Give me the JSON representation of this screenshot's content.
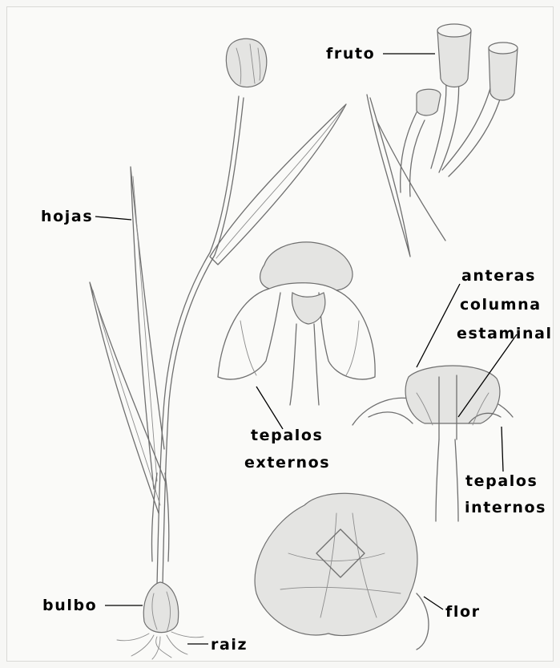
{
  "labels": {
    "fruto": "fruto",
    "hojas": "hojas",
    "anteras": "anteras",
    "columna": "columna",
    "estaminal": "estaminal",
    "tepalos_externos_1": "tepalos",
    "tepalos_externos_2": "externos",
    "tepalos_internos_1": "tepalos",
    "tepalos_internos_2": "internos",
    "bulbo": "bulbo",
    "flor": "flor",
    "raiz": "raiz"
  },
  "colors": {
    "ink": "#6f6f6f",
    "label": "#000000",
    "background": "#f7f7f5"
  }
}
